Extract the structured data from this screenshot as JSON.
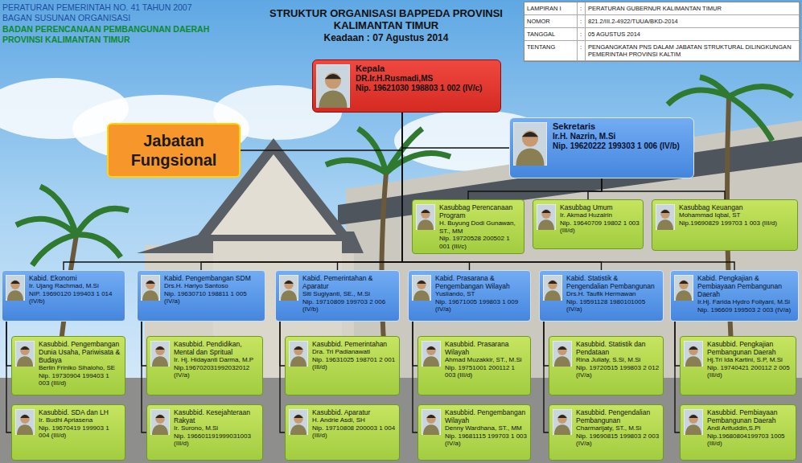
{
  "diagram": {
    "title": "STRUKTUR ORGANISASI BAPPEDA PROVINSI KALIMANTAN TIMUR",
    "nodes": [
      {
        "text": [
          "Kepala",
          "DR.Ir.H.Rusmadi,MS",
          "Nip. 19621030 198803 1 002 (IV/c)"
        ]
      },
      {
        "text": [
          "Jabatan Fungsional"
        ]
      },
      {
        "text": [
          "Sekretaris",
          "Ir.H. Nazrin, M.Si",
          "Nip. 19620222 199303 1 006 (IV/b)"
        ]
      },
      {
        "text": [
          "Kasubbag Perencanaan Program",
          "H. Buyung Dodi Gunawan, ST., MM",
          "Nip. 19720528 200502 1 001 (III/c)"
        ]
      },
      {
        "text": [
          "Kasubbag Umum",
          "Ir. Akmad Huzairin",
          "Nip. 19640709 19802 1 003 (III/d)"
        ]
      },
      {
        "text": [
          "Kasubbag Keuangan",
          "Mohammad Iqbal, ST",
          "Nip.19690829 199703 1 003 (III/d)"
        ]
      },
      {
        "text": [
          "Kabid. Ekonomi",
          "Ir. Ujang Rachmad, M.Si",
          "NIP. 19690120 199403 1 014 (IV/b)"
        ]
      },
      {
        "text": [
          "Kabid. Pengembangan SDM",
          "Drs.H. Hariyo Santoso",
          "Nip. 19630710 198811 1 005 (IV/a)"
        ]
      },
      {
        "text": [
          "Kabid. Pemerintahan & Aparatur",
          "Siti Sugiyanti, SE., M.Si",
          "Nip. 19710809 199703 2 006 (IV/b)"
        ]
      },
      {
        "text": [
          "Kabid. Prasarana & Pengembangan Wilayah",
          "Yusliando, ST",
          "Nip. 19671005 199803 1 009 (IV/a)"
        ]
      },
      {
        "text": [
          "Kabid. Statistik & Pengendalian Pembangunan",
          "Drs.H. Taufik Hermawan",
          "Nip. 19591128 1980101005 (IV/a)"
        ]
      },
      {
        "text": [
          "Kabid. Pengkajian & Pembiayaan Pembangunan Daerah",
          "Ir.Hj. Farida Hydro Foilyani, M.Si",
          "Nip. 196609 199503 2 003 (IV/a)"
        ]
      },
      {
        "text": [
          "Kasubbid. Pengembangan Dunia Usaha, Pariwisata & Budaya",
          "Berlin Friniko Sihaloho, SE",
          "Nip. 19730904 199403 1 003 (III/d)"
        ]
      },
      {
        "text": [
          "Kasubbid. Pendidikan, Mental dan Spritual",
          "Ir. Hj. Hidayanti Darma, M.P",
          "Nip.196702031992032012 (IV/a)"
        ]
      },
      {
        "text": [
          "Kasubbid. Pemerintahan",
          "Dra. Tri Padianawati",
          "Nip. 19631025 198701 2 001 (III/d)"
        ]
      },
      {
        "text": [
          "Kasubbid. Prasarana Wilayah",
          "Ahmad Muzakkir, ST., M.Si",
          "Nip. 19751001 200112 1 003 (III/d)"
        ]
      },
      {
        "text": [
          "Kasubbid. Statistik dan Pendataan",
          "Rina Juliaty, S.Si, M.Si",
          "Nip. 19720515 199803 2 012 (IV/a)"
        ]
      },
      {
        "text": [
          "Kasubbid. Pengkajian Pembangunan Daerah",
          "Hj.Tri Ida Kartini, S.P, M.Si",
          "Nip. 19740421 200112 2 005 (III/d)"
        ]
      },
      {
        "text": [
          "Kasubbid. SDA dan LH",
          "Ir. Budhi Apriasena",
          "Nip. 19670419 199903 1 004 (III/d)"
        ]
      },
      {
        "text": [
          "Kasubbid. Kesejahteraan Rakyat",
          "Ir. Surono, M.Si",
          "Nip. 196601191999031003 (III/d)"
        ]
      },
      {
        "text": [
          "Kasubbid. Aparatur",
          "H. Andrie Asdi, SH",
          "Nip. 19710808 200003 1 004 (III/d)"
        ]
      },
      {
        "text": [
          "Kasubbid. Pengembangan Wilayah",
          "Denny Wardhana, ST., MM",
          "Nip. 19681115 199703 1 003 (IV/a)"
        ]
      },
      {
        "text": [
          "Kasubbid. Pengendalian Pembangunan",
          "Charmarijaty, ST., M.Si",
          "Nip. 19690815 199803 2 003 (IV/a)"
        ]
      },
      {
        "text": [
          "Kasubbid. Pembiayaan Pembangunan Daerah",
          "Andi Arifuddin,S.Pi",
          "Nip.19680804199703 1005 (III/d)"
        ]
      }
    ],
    "edges": [
      {
        "from": 0,
        "to": 1,
        "arrow": "none"
      },
      {
        "from": 0,
        "to": 2,
        "arrow": "none"
      },
      {
        "from": 2,
        "to": 3,
        "arrow": "none"
      },
      {
        "from": 2,
        "to": 4,
        "arrow": "none"
      },
      {
        "from": 2,
        "to": 5,
        "arrow": "none"
      },
      {
        "from": 0,
        "to": 6,
        "arrow": "none"
      },
      {
        "from": 0,
        "to": 7,
        "arrow": "none"
      },
      {
        "from": 0,
        "to": 8,
        "arrow": "none"
      },
      {
        "from": 0,
        "to": 9,
        "arrow": "none"
      },
      {
        "from": 0,
        "to": 10,
        "arrow": "none"
      },
      {
        "from": 0,
        "to": 11,
        "arrow": "none"
      },
      {
        "from": 6,
        "to": 12,
        "arrow": "none"
      },
      {
        "from": 6,
        "to": 18,
        "arrow": "none"
      },
      {
        "from": 7,
        "to": 13,
        "arrow": "none"
      },
      {
        "from": 7,
        "to": 19,
        "arrow": "none"
      },
      {
        "from": 8,
        "to": 14,
        "arrow": "none"
      },
      {
        "from": 8,
        "to": 20,
        "arrow": "none"
      },
      {
        "from": 9,
        "to": 15,
        "arrow": "none"
      },
      {
        "from": 9,
        "to": 21,
        "arrow": "none"
      },
      {
        "from": 10,
        "to": 16,
        "arrow": "none"
      },
      {
        "from": 10,
        "to": 22,
        "arrow": "none"
      },
      {
        "from": 11,
        "to": 17,
        "arrow": "none"
      },
      {
        "from": 11,
        "to": 23,
        "arrow": "none"
      }
    ],
    "labels": [
      "PERATURAN PEMERINTAH NO. 41 TAHUN 2007",
      "BAGAN SUSUNAN ORGANISASI",
      "BADAN PERENCANAAN PEMBANGUNAN DAERAH",
      "PROVINSI KALIMANTAN TIMUR",
      "Keadaan :  07 Agustus 2014",
      "LAMPIRAN I",
      ":",
      "PERATURAN GUBERNUR KALIMANTAN TIMUR",
      "NOMOR",
      ":",
      "821.2/III.2-4922/TUUA/BKD-2014",
      "TANGGAL",
      ":",
      "05 AGUSTUS 2014",
      "TENTANG",
      ":",
      "PENGANGKATAN PNS DALAM JABATAN STRUKTURAL DILINGKUNGAN PEMERINTAH PROVINSI KALTIM"
    ]
  }
}
